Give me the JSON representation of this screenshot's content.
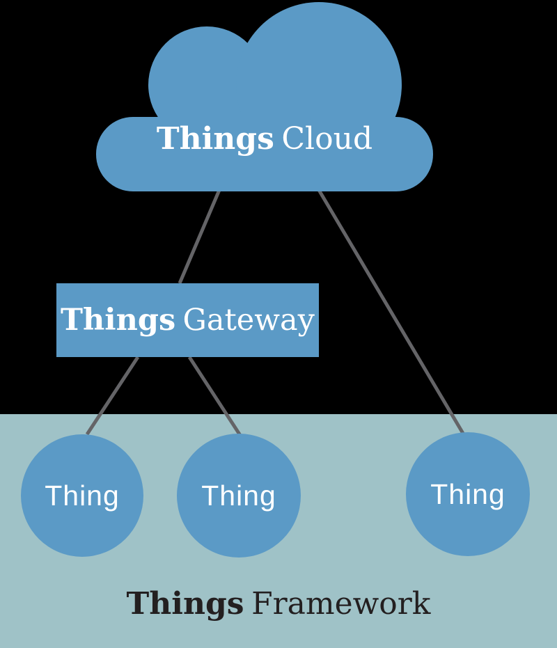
{
  "colors": {
    "node_blue": "#5b9ac6",
    "framework_bg": "#9fc2c7",
    "top_bg": "#000000",
    "connector_gray": "#646467",
    "text_light": "#ffffff",
    "text_dark": "#231f20"
  },
  "cloud": {
    "bold": "Things",
    "regular": "Cloud"
  },
  "gateway": {
    "bold": "Things",
    "regular": "Gateway"
  },
  "things": [
    {
      "label": "Thing"
    },
    {
      "label": "Thing"
    },
    {
      "label": "Thing"
    }
  ],
  "framework": {
    "bold": "Things",
    "regular": "Framework"
  }
}
